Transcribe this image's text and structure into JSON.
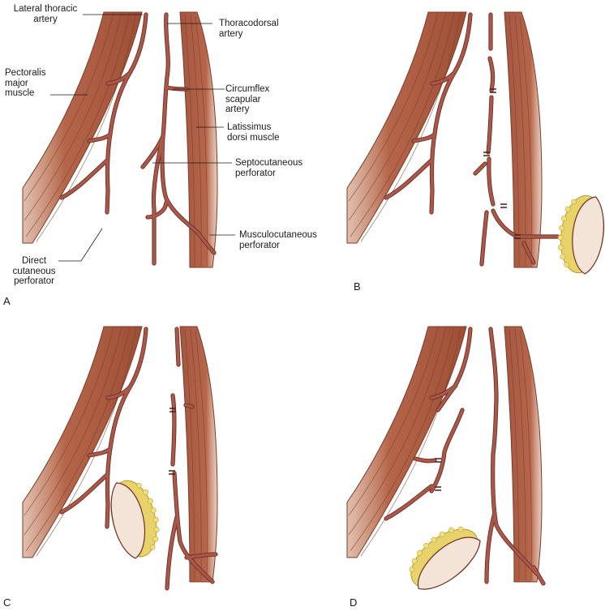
{
  "labels": {
    "lateral_thoracic": "Lateral thoracic\nartery",
    "thoracodorsal": "Thoracodorsal\nartery",
    "pectoralis": "Pectoralis\nmajor\nmuscle",
    "circumflex": "Circumflex\nscapular\nartery",
    "latissimus": "Latissimus\ndorsi muscle",
    "septocutaneous": "Septocutaneous\nperforator",
    "musculocutaneous": "Musculocutaneous\nperforator",
    "direct": "Direct\ncutaneous\nperforator"
  },
  "panels": [
    "A",
    "B",
    "C",
    "D"
  ],
  "colors": {
    "muscle": "#b5664a",
    "muscle_dark": "#7e3b28",
    "artery": "#a9584a",
    "artery_dark": "#6e2f26",
    "flap_skin": "#f2e2d4",
    "flap_fat": "#e8d36a"
  }
}
